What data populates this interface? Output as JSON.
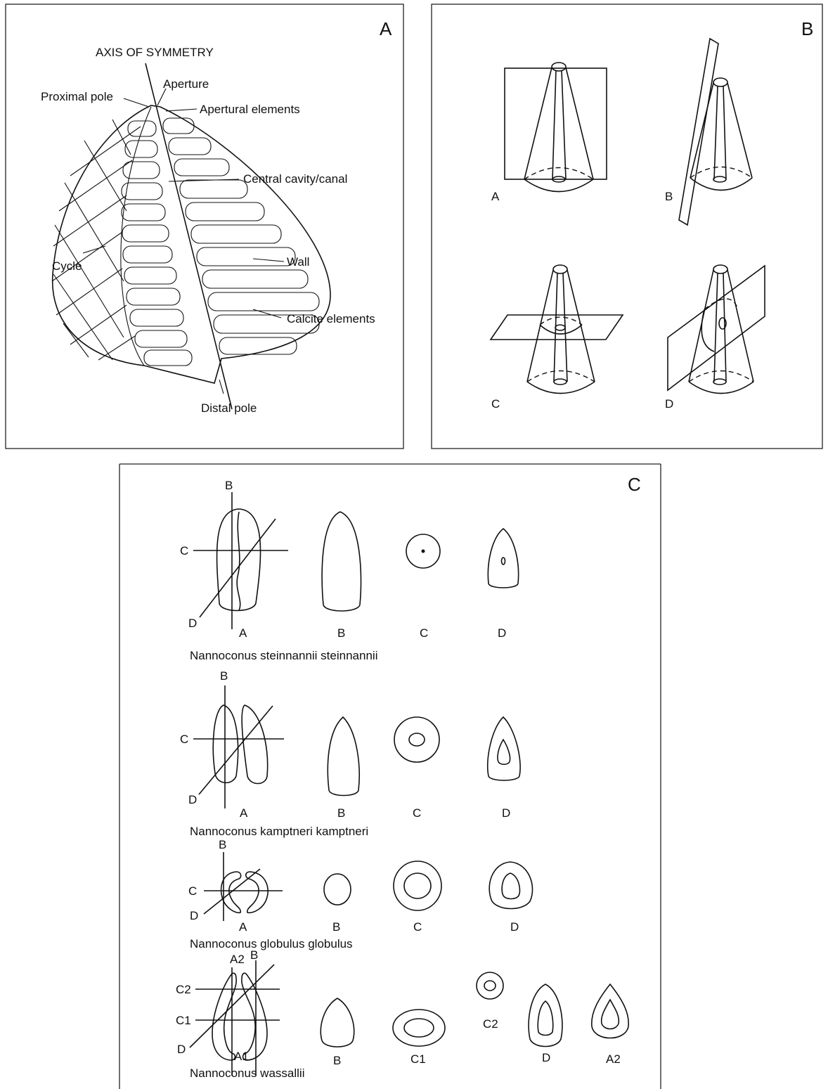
{
  "panel_a": {
    "letter": "A",
    "axis_label": "AXIS OF SYMMETRY",
    "aperture": "Aperture",
    "proximal_pole": "Proximal pole",
    "apertural_elements": "Apertural elements",
    "central_cavity": "Central cavity/canal",
    "cycle": "Cycle",
    "wall": "Wall",
    "calcite_elements": "Calcite elements",
    "distal_pole": "Distal pole"
  },
  "panel_b": {
    "letter": "B",
    "views": [
      "A",
      "B",
      "C",
      "D"
    ]
  },
  "panel_c": {
    "letter": "C",
    "species": [
      {
        "name": "Nannoconus steinnannii steinnannii",
        "cut_labels": {
          "b": "B",
          "c": "C",
          "d": "D"
        },
        "section_labels": [
          "A",
          "B",
          "C",
          "D"
        ]
      },
      {
        "name": "Nannoconus kamptneri kamptneri",
        "cut_labels": {
          "b": "B",
          "c": "C",
          "d": "D"
        },
        "section_labels": [
          "A",
          "B",
          "C",
          "D"
        ]
      },
      {
        "name": "Nannoconus globulus globulus",
        "cut_labels": {
          "b": "B",
          "c": "C",
          "d": "D"
        },
        "section_labels": [
          "A",
          "B",
          "C",
          "D"
        ]
      },
      {
        "name": "Nannoconus wassallii",
        "cut_labels": {
          "a2": "A2",
          "b": "B",
          "c2": "C2",
          "c1": "C1",
          "d": "D",
          "a1": "A1"
        },
        "section_labels": [
          "B",
          "C1",
          "C2",
          "D",
          "A2"
        ]
      }
    ]
  }
}
